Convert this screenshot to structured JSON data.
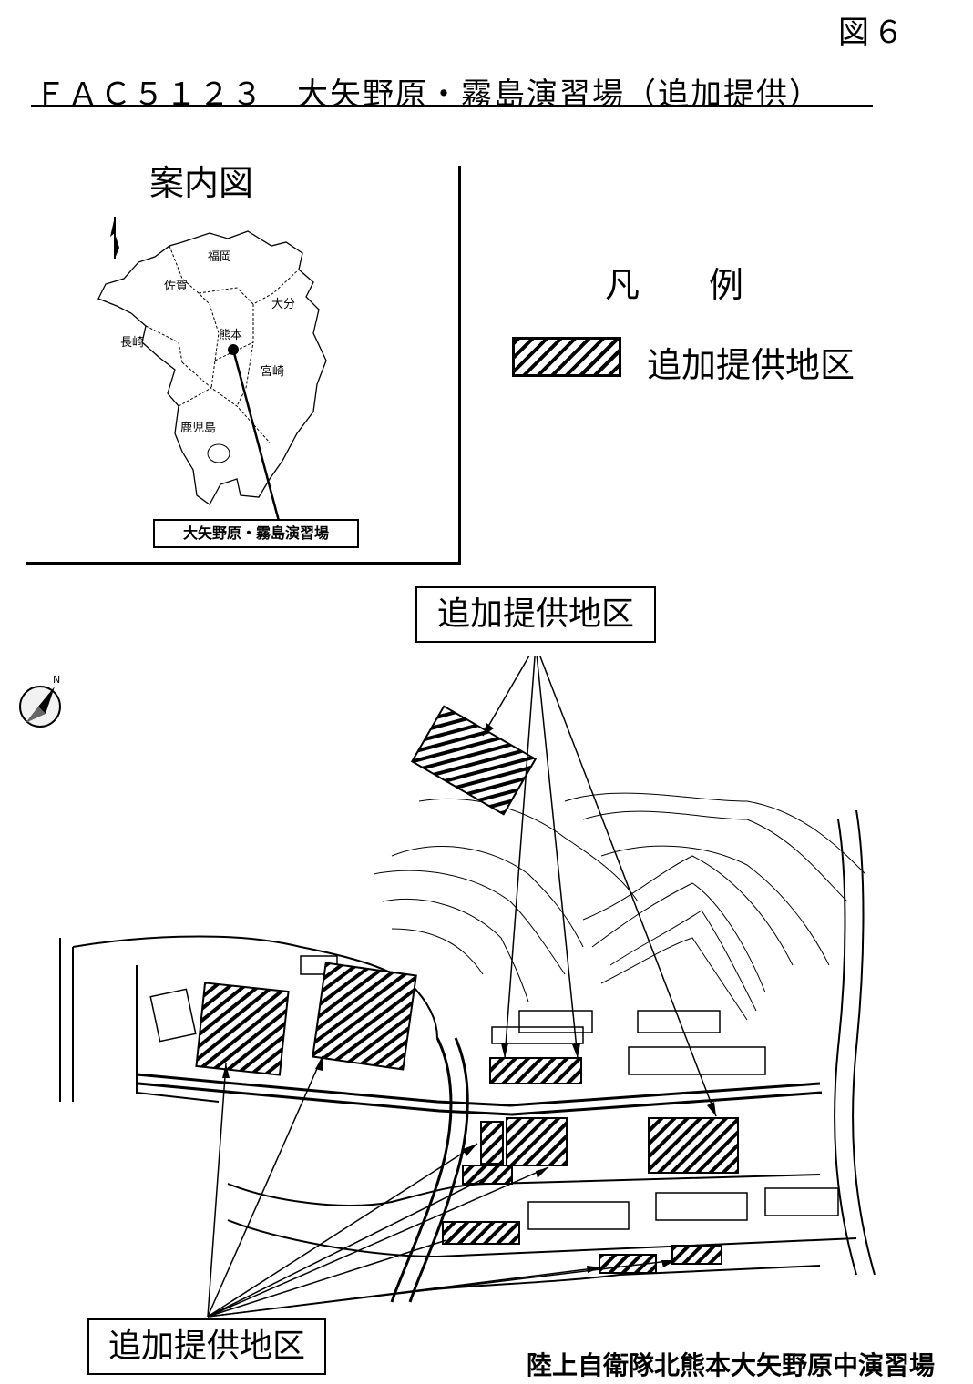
{
  "header": {
    "figure_number": "図６",
    "title": "ＦＡＣ５１２３　大矢野原・霧島演習場（追加提供）"
  },
  "guide_map": {
    "title": "案内図",
    "prefectures": [
      "福岡",
      "佐賀",
      "大分",
      "熊本",
      "長崎",
      "宮崎",
      "鹿児島"
    ],
    "site_label": "大矢野原・霧島演習場"
  },
  "legend": {
    "title": "凡　　例",
    "items": [
      {
        "label": "追加提供地区",
        "pattern": "diagonal-hatch"
      }
    ]
  },
  "site_map": {
    "callout_top": "追加提供地区",
    "callout_bottom": "追加提供地区",
    "caption": "陸上自衛隊北熊本大矢野原中演習場"
  },
  "colors": {
    "ink": "#000000",
    "background": "#ffffff"
  },
  "icons": [
    "north-arrow-icon",
    "compass-icon"
  ]
}
